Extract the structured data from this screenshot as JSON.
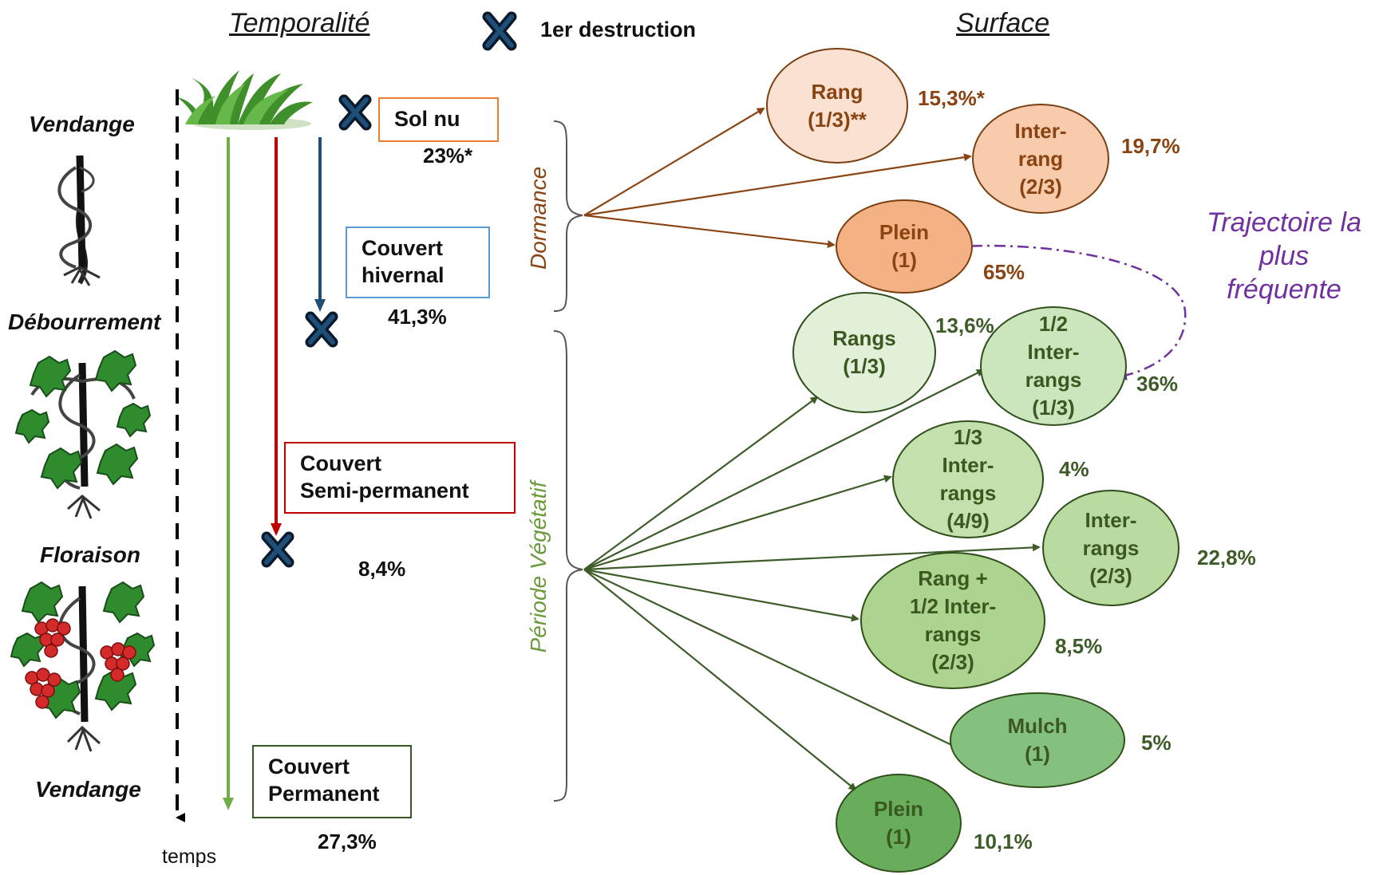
{
  "headers": {
    "temporalite": "Temporalité",
    "surface": "Surface"
  },
  "legend": {
    "label": "1er destruction",
    "icon": "x-mark-icon"
  },
  "timeline": {
    "stages": [
      "Vendange",
      "Débourrement",
      "Floraison",
      "Vendange"
    ],
    "axis_label": "temps"
  },
  "covers": [
    {
      "label": "Sol nu",
      "pct": "23%*",
      "color": "#ed7d31"
    },
    {
      "label": "Couvert\nhivernal",
      "pct": "41,3%",
      "color": "#5b9bd5"
    },
    {
      "label": "Couvert\nSemi-permanent",
      "pct": "8,4%",
      "color": "#c00000"
    },
    {
      "label": "Couvert\nPermanent",
      "pct": "27,3%",
      "color": "#70ad47"
    }
  ],
  "periods": {
    "dormance": "Dormance",
    "vegetatif": "Période Végétatif"
  },
  "dormance_nodes": [
    {
      "label": "Rang\n(1/3)**",
      "pct": "15,3%*"
    },
    {
      "label": "Inter-\nrang\n(2/3)",
      "pct": "19,7%"
    },
    {
      "label": "Plein\n(1)",
      "pct": "65%"
    }
  ],
  "vegetatif_nodes": [
    {
      "label": "Rangs\n(1/3)",
      "pct": "13,6%"
    },
    {
      "label": "1/2\nInter-\nrangs\n(1/3)",
      "pct": "36%"
    },
    {
      "label": "1/3\nInter-\nrangs\n(4/9)",
      "pct": "4%"
    },
    {
      "label": "Inter-\nrangs\n(2/3)",
      "pct": "22,8%"
    },
    {
      "label": "Rang +\n1/2 Inter-\nrangs\n(2/3)",
      "pct": "8,5%"
    },
    {
      "label": "Mulch\n(1)",
      "pct": "5%"
    },
    {
      "label": "Plein\n(1)",
      "pct": "10,1%"
    }
  ],
  "trajectory": {
    "label": "Trajectoire la\nplus\nfréquente",
    "color": "#7030a0"
  },
  "colors": {
    "dormance_line": "#8a4412",
    "vegetatif_line": "#3d5c27"
  }
}
